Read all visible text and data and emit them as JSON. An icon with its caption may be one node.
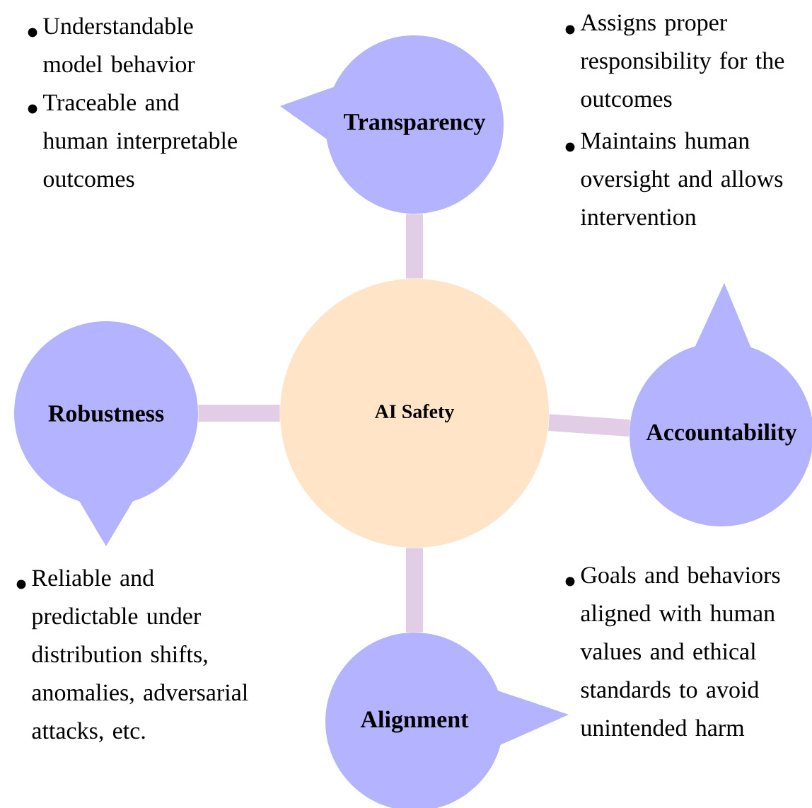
{
  "diagram": {
    "nodes": [
      {
        "text": [
          "AI Safety"
        ]
      },
      {
        "text": [
          "Transparency"
        ],
        "beside": [
          "Understandable model behavior",
          "Traceable and human interpretable outcomes"
        ]
      },
      {
        "text": [
          "Accountability"
        ],
        "beside": [
          "Assigns proper responsibility for the outcomes",
          "Maintains human oversight and allows intervention"
        ]
      },
      {
        "text": [
          "Alignment"
        ],
        "beside": [
          "Goals and behaviors aligned with human values and ethical standards to avoid unintended harm"
        ]
      },
      {
        "text": [
          "Robustness"
        ],
        "beside": [
          "Reliable and predictable under distribution shifts, anomalies, adversarial attacks, etc."
        ]
      }
    ],
    "edges": [
      {
        "from": 0,
        "to": 1,
        "arrow": "none"
      },
      {
        "from": 0,
        "to": 2,
        "arrow": "none"
      },
      {
        "from": 0,
        "to": 3,
        "arrow": "none"
      },
      {
        "from": 0,
        "to": 4,
        "arrow": "none"
      }
    ]
  }
}
